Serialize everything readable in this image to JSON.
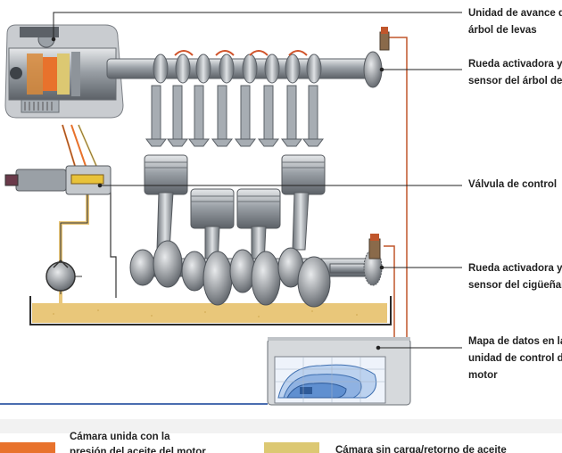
{
  "callouts": [
    {
      "id": "cam-adjuster",
      "lines": [
        "Unidad de avance d",
        "árbol de levas"
      ]
    },
    {
      "id": "cam-sensor",
      "lines": [
        "Rueda activadora y",
        "sensor del árbol de"
      ]
    },
    {
      "id": "control-valve",
      "lines": [
        "Válvula de control"
      ]
    },
    {
      "id": "crank-sensor",
      "lines": [
        "Rueda activadora y",
        "sensor del cigüeñal"
      ]
    },
    {
      "id": "ecu-map",
      "lines": [
        "Mapa de datos en la",
        "unidad de control d",
        "motor"
      ]
    }
  ],
  "legend": [
    {
      "color": "#e8722c",
      "lines": [
        "Cámara unida con la",
        "presión del aceite del motor"
      ]
    },
    {
      "color": "#dcc872",
      "lines": [
        "Cámara sin carga/retorno de aceite"
      ]
    }
  ],
  "colors": {
    "oil": "#e9c77a",
    "pressure": "#e8722c",
    "return": "#dcc872",
    "wire": "#c0562c",
    "steel": "#8a8f96",
    "map": "#3e6fb0"
  }
}
